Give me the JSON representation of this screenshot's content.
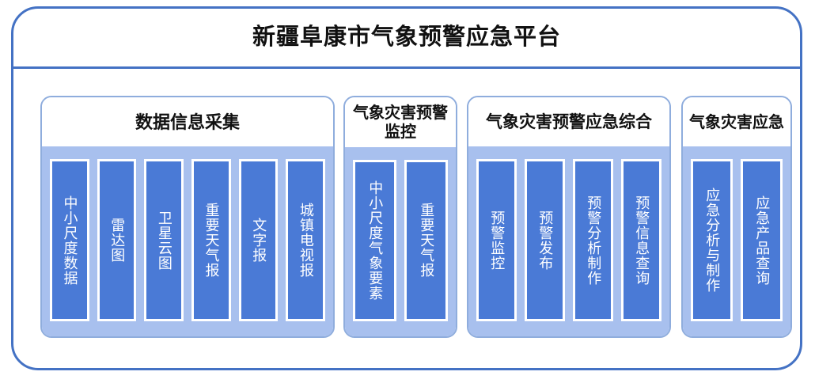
{
  "platform": {
    "title": "新疆阜康市气象预警应急平台",
    "frame_border_color": "#4472C4",
    "panel_border_color": "#8FADDD",
    "panel_body_color": "#A8C0EE",
    "item_bar_color": "#4A7AD6",
    "item_text_color": "#FFFFFF",
    "title_text_color": "#111111"
  },
  "panels": [
    {
      "header": "数据信息采集",
      "items": [
        {
          "label": "中小尺度数据"
        },
        {
          "label": "雷达图"
        },
        {
          "label": "卫星云图"
        },
        {
          "label": "重要天气报"
        },
        {
          "label": "文字报"
        },
        {
          "label": "城镇电视报"
        }
      ]
    },
    {
      "header": "气象灾害预警监控",
      "items": [
        {
          "label": "中小尺度气象要素"
        },
        {
          "label": "重要天气报"
        }
      ]
    },
    {
      "header": "气象灾害预警应急综合",
      "items": [
        {
          "label": "预警监控"
        },
        {
          "label": "预警发布"
        },
        {
          "label": "预警分析制作"
        },
        {
          "label": "预警信息查询"
        }
      ]
    },
    {
      "header": "气象灾害应急",
      "items": [
        {
          "label": "应急分析与制作"
        },
        {
          "label": "应急产品查询"
        }
      ]
    }
  ]
}
